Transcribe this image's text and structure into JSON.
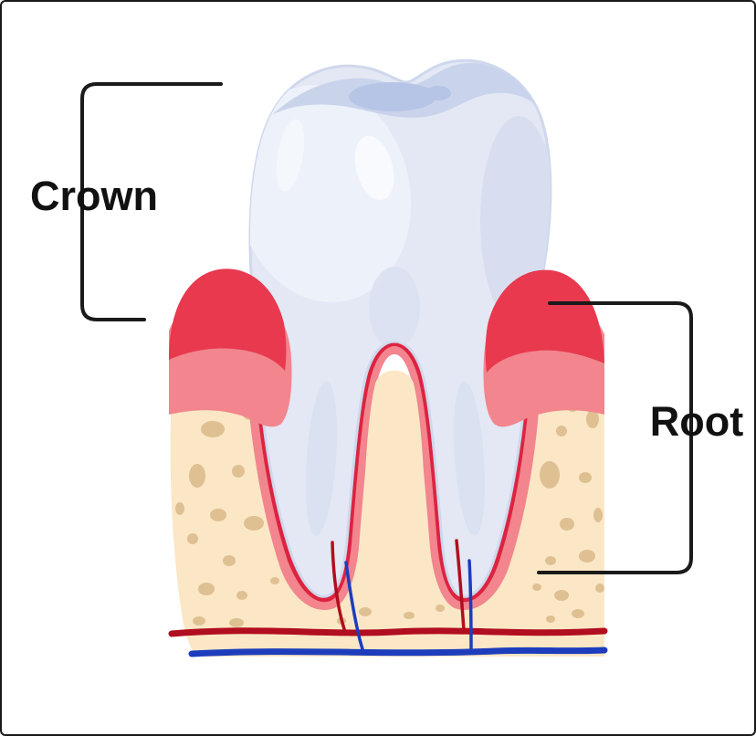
{
  "figure": {
    "type": "diagram",
    "subject": "tooth-anatomy-cross-section",
    "labels": {
      "crown": "Crown",
      "root": "Root"
    },
    "colors": {
      "background": "#ffffff",
      "frame": "#1a1a1a",
      "bracket": "#1a1a1a",
      "label_text": "#111111",
      "tooth": "#e3e8f4",
      "tooth_edge": "#cfd8ec",
      "tooth_highlight": "#f8fafd",
      "tooth_highlight_soft": "#edf1f9",
      "occlusal_shade": "#c7d2ea",
      "occlusal_shade_dark": "#b6c5e5",
      "gum_pink": "#f2858e",
      "gum_red": "#e8394f",
      "ligament_red": "#dd2340",
      "bone": "#fbe7c5",
      "bone_spot": "#dfc092",
      "artery_red": "#b10e1f",
      "vein_blue": "#1d3dbd"
    }
  }
}
